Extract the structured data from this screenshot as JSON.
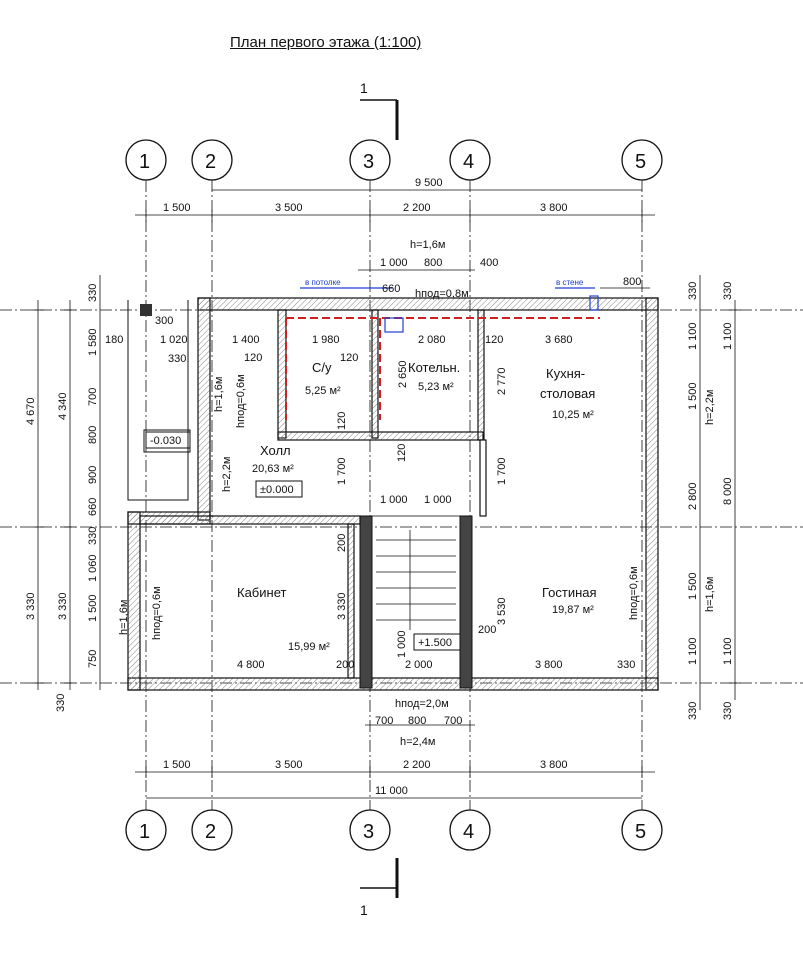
{
  "title": "План первого этажа (1:100)",
  "section_mark": "1",
  "axes": [
    "1",
    "2",
    "3",
    "4",
    "5"
  ],
  "dims_top": {
    "total": "9 500",
    "spans": [
      "1 500",
      "3 500",
      "2 200",
      "3 800"
    ],
    "window_top": [
      "1 000",
      "800",
      "400"
    ],
    "h_window": "h=1,6м",
    "window_small": "800"
  },
  "dims_bottom": {
    "total": "11 000",
    "spans": [
      "1 500",
      "3 500",
      "2 200",
      "3 800"
    ],
    "door": [
      "700",
      "800",
      "700"
    ],
    "h_door": "h=2,4м",
    "h_sill": "hпод=2,0м"
  },
  "dims_left": {
    "outer": [
      "4 670",
      "3 330"
    ],
    "middle": [
      "4 340",
      "3 330"
    ],
    "inner": [
      "330",
      "1 580",
      "700",
      "800",
      "900",
      "660",
      "330",
      "1 060",
      "1 500",
      "750",
      "330"
    ]
  },
  "dims_right": {
    "total": "8 000",
    "inner": [
      "330",
      "1 100",
      "1 500",
      "2 800",
      "1 500",
      "1 100",
      "330"
    ],
    "h_top": "h=2,2м",
    "h_bottom": "h=1,6м"
  },
  "interior_dims": [
    "1 400",
    "1 980",
    "2 080",
    "3 680",
    "1 020",
    "180",
    "330",
    "120",
    "120",
    "120",
    "2 650",
    "2 770",
    "1 700",
    "1 700",
    "1 000",
    "1 000",
    "3 530",
    "3 330",
    "4 800",
    "200",
    "2 000",
    "3 800",
    "330",
    "200",
    "200",
    "1 000",
    "300",
    "660",
    "120",
    "120"
  ],
  "labels": {
    "in_floor": "в потолке",
    "in_wall": "в стене",
    "h_window_small": "hпод=0,8м"
  },
  "rooms": [
    {
      "name": "С/у",
      "area": "5,25 м²"
    },
    {
      "name": "Котельн.",
      "area": "5,23 м²"
    },
    {
      "name": "Кухня-",
      "name2": "столовая",
      "area": "10,25 м²"
    },
    {
      "name": "Холл",
      "area": "20,63 м²",
      "level": "±0.000"
    },
    {
      "name": "Кабинет",
      "area": "15,99 м²"
    },
    {
      "name": "Гостиная",
      "area": "19,87 м²"
    }
  ],
  "levels": {
    "porch": "-0.030",
    "stairs": "+1.500"
  },
  "window_heights": {
    "hall_side": "h=1,6м",
    "hall_sill": "hпод=0,6м",
    "hall_door": "h=2,2м",
    "office": "h=1,6м",
    "office_sill": "hпод=0,6м",
    "living": "hпод=0,6м"
  },
  "colors": {
    "line": "#111111",
    "red": "#d21f1f",
    "blue": "#1f3fd0",
    "hatch": "#555555"
  }
}
